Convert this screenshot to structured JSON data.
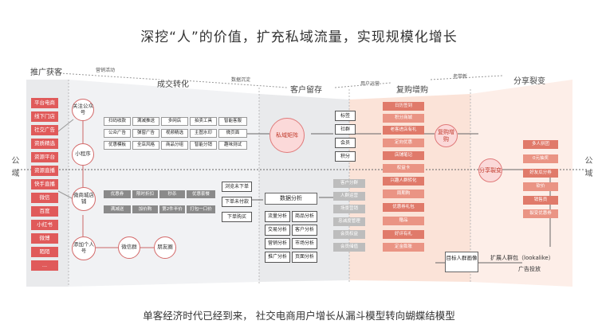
{
  "title": "深挖“人”的价值，扩充私域流量，实现规模化增长",
  "footer": "单客经济时代已经到来， 社交电商用户增长从漏斗模型转向蝴蝶结模型",
  "side_labels": {
    "left": "公域",
    "right": "公域"
  },
  "stages": [
    "推广获客",
    "成交转化",
    "客户留存",
    "复购增购",
    "分享裂变"
  ],
  "stage_sublabels": [
    "营销活动",
    "数据沉淀",
    "用户运营",
    "老带新"
  ],
  "channels": [
    "平台电商",
    "线下门店",
    "社交广告",
    "资质精选",
    "资源平台",
    "资源直播",
    "快手直播",
    "微信",
    "百度",
    "小红书",
    "微博",
    "陌陌",
    "..."
  ],
  "entry_circles": [
    "关注公众号",
    "小程序",
    "微商城店铺",
    "添加个人号",
    "微信群",
    "朋友圈"
  ],
  "conversion_grid": [
    [
      "扫码收款",
      "满减推送",
      "多网店",
      "拍卖工具",
      "智能客服"
    ],
    [
      "公众广告",
      "弹窗广告",
      "视频精选",
      "主图水印",
      "微页面"
    ],
    [
      "优惠模板",
      "全店风格",
      "商品分组",
      "智能分销",
      "趣味测试"
    ]
  ],
  "promo_tiles": [
    "优惠券",
    "限时折扣",
    "秒杀",
    "优惠套餐",
    "满减送",
    "加价购",
    "第2件半价",
    "打包一口价"
  ],
  "order_flow": [
    "浏览未下单",
    "下单未付款",
    "下单购买"
  ],
  "retention_circle": "私域矩阵",
  "member_boxes": [
    "标签",
    "社群",
    "会员",
    "积分"
  ],
  "data_analysis": {
    "title": "数据分析",
    "cells": [
      "流量分析",
      "商品分析",
      "交易分析",
      "客户分析",
      "营销分析",
      "市场分析",
      "推广分析",
      "页面分析"
    ]
  },
  "ops_gray": [
    "客户分群",
    "人群运营",
    "场景营销",
    "忠诚度管理",
    "会员权益",
    "会员储值"
  ],
  "repurchase_tiles": [
    "日历签到",
    "积分商城",
    "老客进店有礼",
    "定向优惠",
    "店铺笔记",
    "权益卡",
    "兴趣人群转化",
    "周期购",
    "优惠券礼包",
    "赠品",
    "好评有礼",
    "定金膨胀"
  ],
  "repurchase_circle": "复购增购",
  "share_circle": "分享裂变",
  "share_tiles": [
    "多人拼团",
    "0元抽奖",
    "好友瓜分券",
    "砍价",
    "销售员",
    "裂变优惠券"
  ],
  "target": "目标人群画像",
  "lookalike": "扩展人群包（lookalike）",
  "ad_delivery": "广告投放"
}
